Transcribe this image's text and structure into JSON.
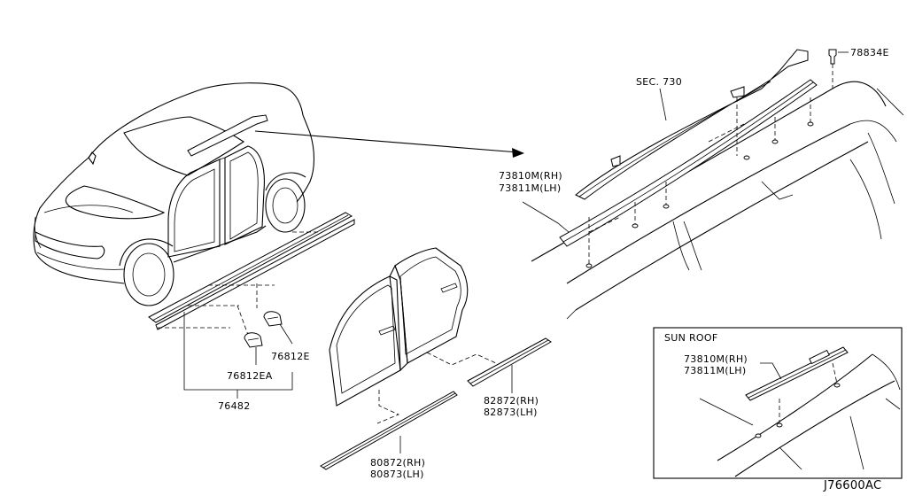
{
  "labels": {
    "sec_730": "SEC. 730",
    "roof_rail_rh": "73810M(RH)",
    "roof_rail_lh": "73811M(LH)",
    "clip_top": "78834E",
    "clip_e": "76812E",
    "clip_ea": "76812EA",
    "sill_molding": "76482",
    "rear_door_molding_rh": "82872(RH)",
    "rear_door_molding_lh": "82873(LH)",
    "front_door_molding_rh": "80872(RH)",
    "front_door_molding_lh": "80873(LH)"
  },
  "sunroof": {
    "title": "SUN ROOF",
    "rail_rh": "73810M(RH)",
    "rail_lh": "73811M(LH)"
  },
  "diagram_id": "J76600AC"
}
